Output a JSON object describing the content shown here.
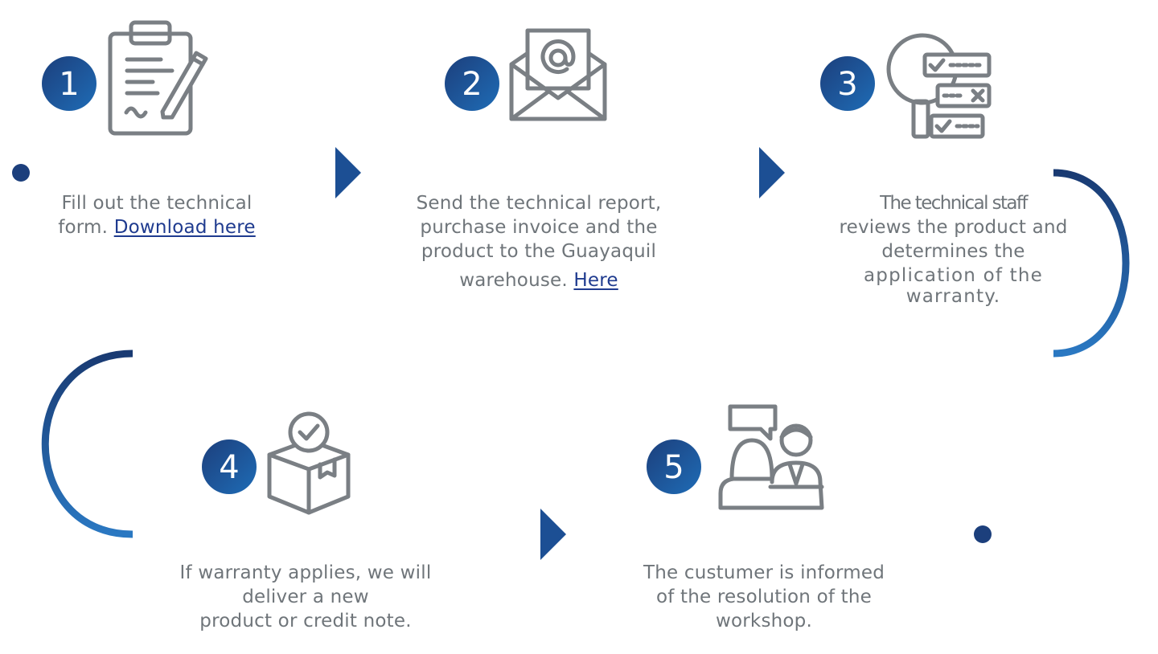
{
  "colors": {
    "line_dark": "#193a72",
    "line_mid": "#1c5aa3",
    "line_light": "#2a78c2",
    "icon_gray": "#7a7f84",
    "text_gray": "#6f757a",
    "link_blue": "#1f3b8f"
  },
  "steps": [
    {
      "number": "1",
      "icon": "clipboard-form-icon",
      "lines": [
        "Fill out the technical",
        "form."
      ],
      "link": "Download here"
    },
    {
      "number": "2",
      "icon": "envelope-email-icon",
      "lines": [
        "Send the technical report,",
        "purchase invoice and the",
        "product to the Guayaquil",
        "warehouse."
      ],
      "link": "Here"
    },
    {
      "number": "3",
      "icon": "magnifier-checklist-icon",
      "lines": [
        "The technical staff",
        "reviews the product and",
        "determines the",
        "application of the",
        "warranty."
      ]
    },
    {
      "number": "4",
      "icon": "box-check-icon",
      "lines": [
        "If warranty applies, we will",
        "deliver a new",
        "product or credit note."
      ]
    },
    {
      "number": "5",
      "icon": "customer-meeting-icon",
      "lines": [
        "The custumer is informed",
        "of the resolution of the",
        "workshop."
      ]
    }
  ]
}
